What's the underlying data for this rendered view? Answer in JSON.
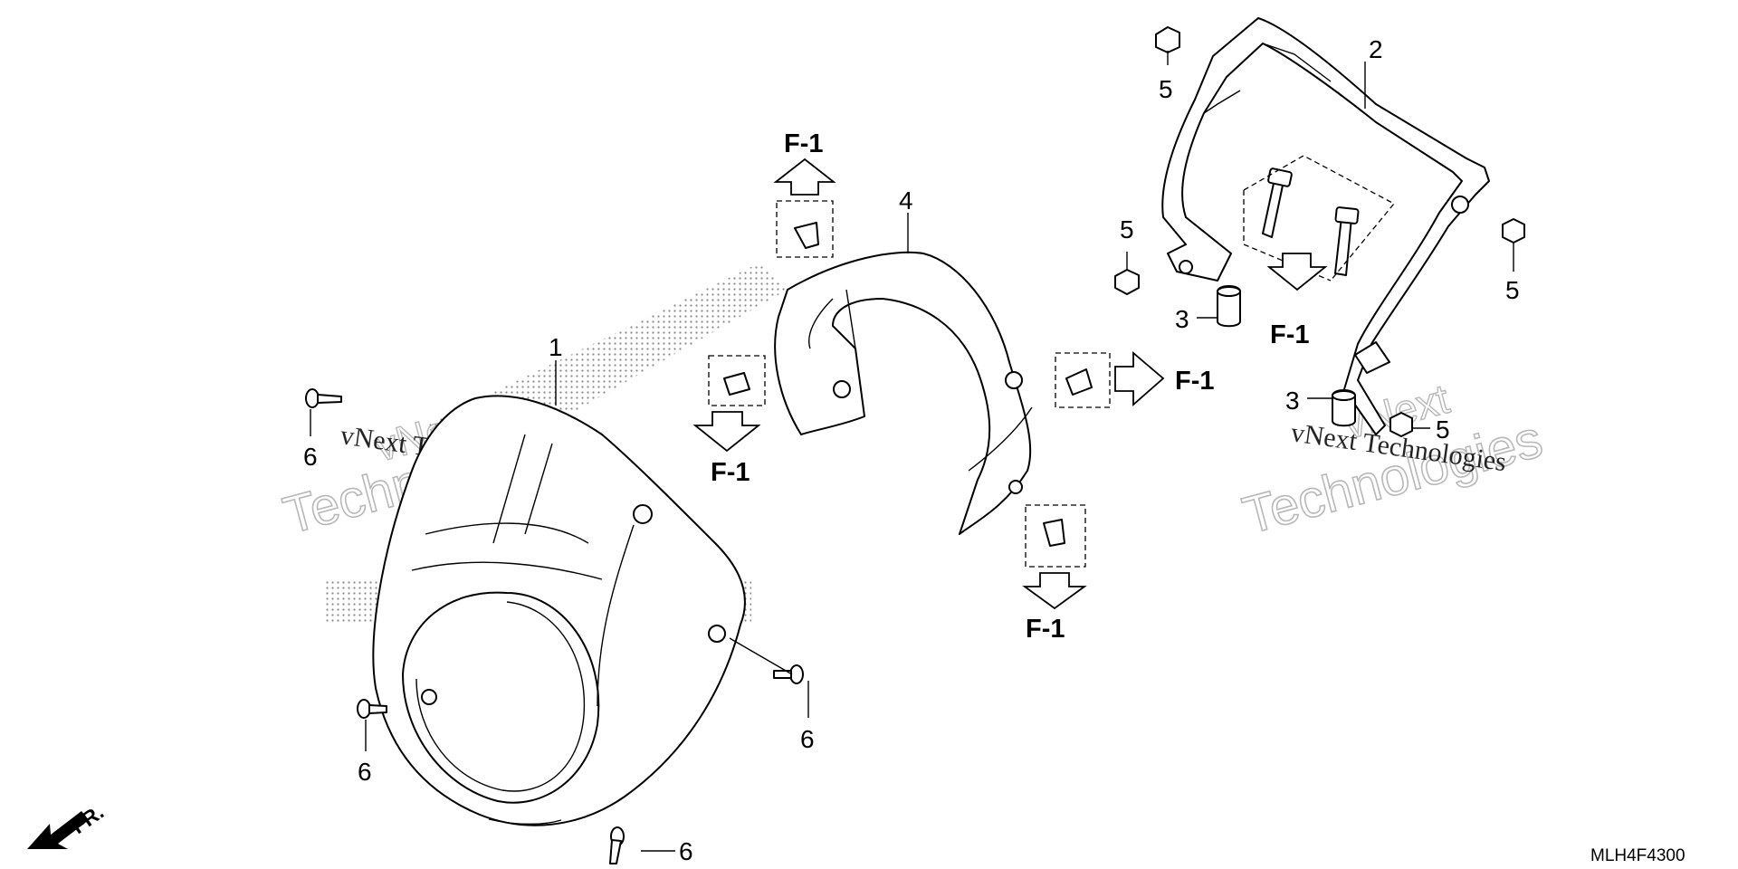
{
  "callouts": {
    "c1": "1",
    "c2": "2",
    "c3a": "3",
    "c3b": "3",
    "c4": "4",
    "c5a": "5",
    "c5b": "5",
    "c5c": "5",
    "c5d": "5",
    "c6a": "6",
    "c6b": "6",
    "c6c": "6",
    "c6d": "6"
  },
  "references": {
    "r_top": "F-1",
    "r_left": "F-1",
    "r_right": "F-1",
    "r_bottom": "F-1",
    "r_bracket": "F-1"
  },
  "front_label": "FR.",
  "part_code": "MLH4F4300",
  "watermarks": {
    "w1_line1": "vNext Technologies",
    "w1_big": "Technologies",
    "w1_small": "vNext",
    "w2_line1": "vNext Technologies",
    "w2_big": "Technologies",
    "w2_small": "vNext"
  },
  "colors": {
    "line": "#000000",
    "background": "#ffffff",
    "watermark": "#b8b8b8",
    "stipple": "#7a7a7a"
  }
}
